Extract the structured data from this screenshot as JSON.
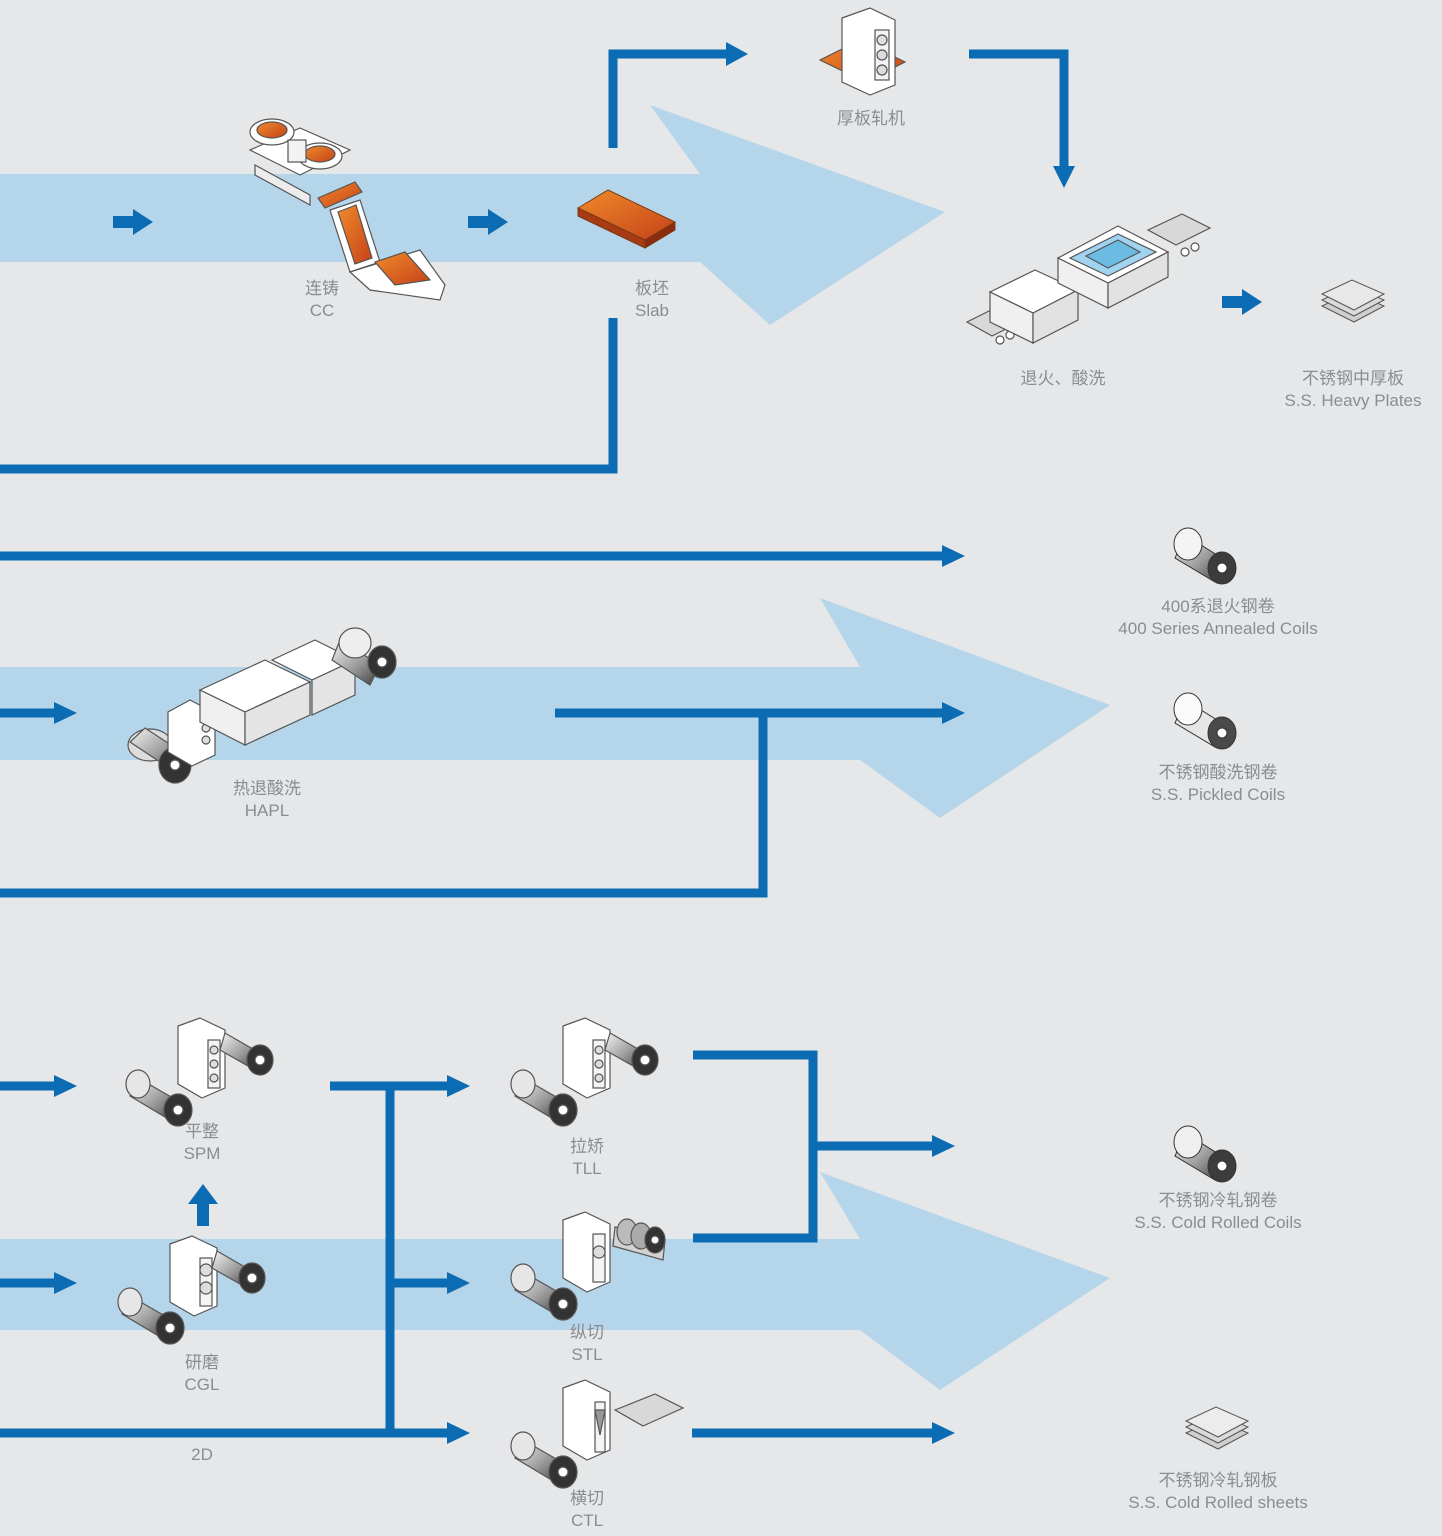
{
  "colors": {
    "background": "#e6e7e9",
    "band": "#b5d6ea",
    "flow": "#0b6cb4",
    "label": "#8a8d90",
    "steel_hot": "#e0661c"
  },
  "nodes": {
    "cc": {
      "zh": "连铸",
      "en": "CC"
    },
    "slab": {
      "zh": "板坯",
      "en": "Slab"
    },
    "plate_mill": {
      "zh": "厚板轧机",
      "en": ""
    },
    "anneal_pickle": {
      "zh": "退火、酸洗",
      "en": ""
    },
    "heavy_plates": {
      "zh": "不锈钢中厚板",
      "en": "S.S. Heavy Plates"
    },
    "annealed_coils_400": {
      "zh": "400系退火钢卷",
      "en": "400 Series Annealed Coils"
    },
    "hapl": {
      "zh": "热退酸洗",
      "en": "HAPL"
    },
    "pickled_coils": {
      "zh": "不锈钢酸洗钢卷",
      "en": "S.S. Pickled Coils"
    },
    "spm": {
      "zh": "平整",
      "en": "SPM"
    },
    "cgl": {
      "zh": "研磨",
      "en": "CGL"
    },
    "two_d": {
      "zh": "",
      "en": "2D"
    },
    "tll": {
      "zh": "拉矫",
      "en": "TLL"
    },
    "stl": {
      "zh": "纵切",
      "en": "STL"
    },
    "ctl": {
      "zh": "横切",
      "en": "CTL"
    },
    "cold_rolled_coils": {
      "zh": "不锈钢冷轧钢卷",
      "en": "S.S. Cold Rolled Coils"
    },
    "cold_rolled_sheets": {
      "zh": "不锈钢冷轧钢板",
      "en": "S.S. Cold Rolled sheets"
    }
  }
}
